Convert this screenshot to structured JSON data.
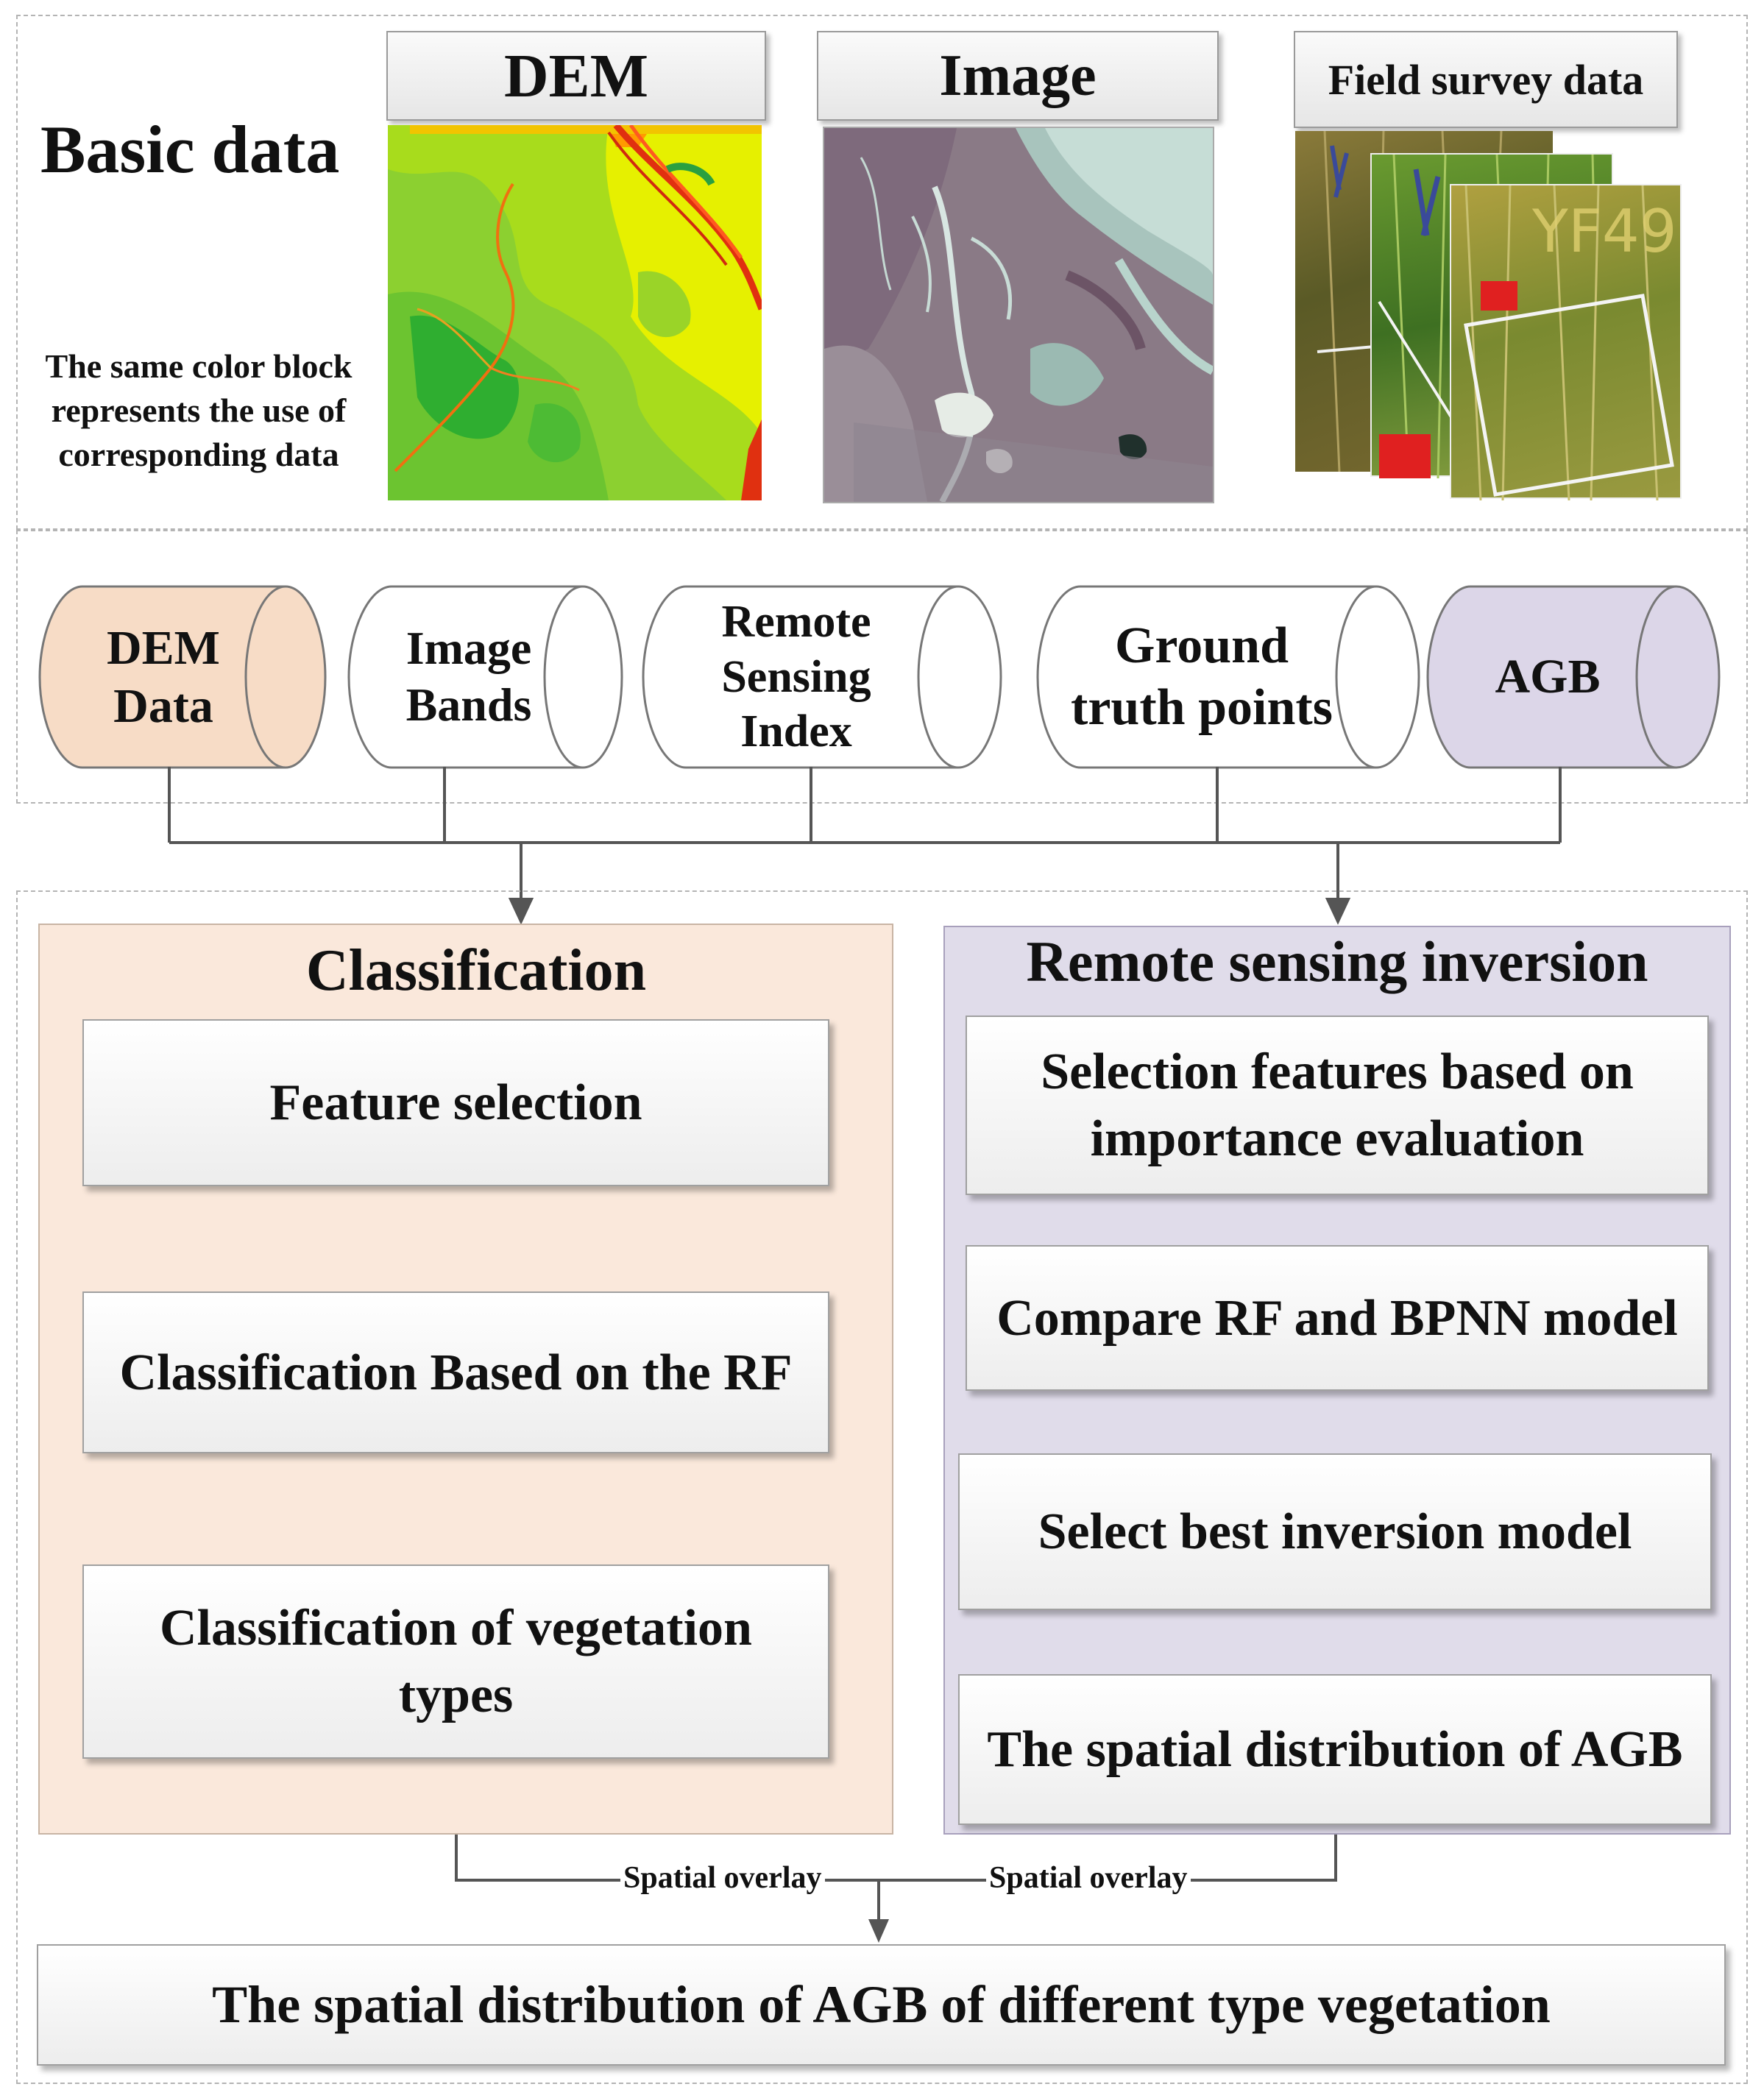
{
  "basic_data": {
    "title": "Basic data",
    "note": "The same color block represents the use of corresponding data",
    "headers": {
      "dem": "DEM",
      "image": "Image",
      "field": "Field survey data"
    }
  },
  "inputs": {
    "dem": "DEM Data",
    "bands": "Image Bands",
    "index": "Remote Sensing Index",
    "ground": "Ground truth points",
    "agb": "AGB"
  },
  "classification": {
    "title": "Classification",
    "steps": [
      "Feature selection",
      "Classification Based on the RF",
      "Classification of vegetation types"
    ]
  },
  "inversion": {
    "title": "Remote sensing inversion",
    "steps": [
      "Selection  features based on importance evaluation",
      "Compare RF and BPNN model",
      "Select best inversion model",
      "The spatial distribution of AGB"
    ]
  },
  "overlay": {
    "left": "Spatial overlay",
    "right": "Spatial overlay"
  },
  "result": "The spatial distribution of AGB  of different type vegetation",
  "colors": {
    "classification_bg": "#fae8db",
    "inversion_bg": "#e0dcea",
    "dem_cyl": "#f7dcc6",
    "agb_cyl": "#dcd6e8",
    "line": "#555555"
  }
}
